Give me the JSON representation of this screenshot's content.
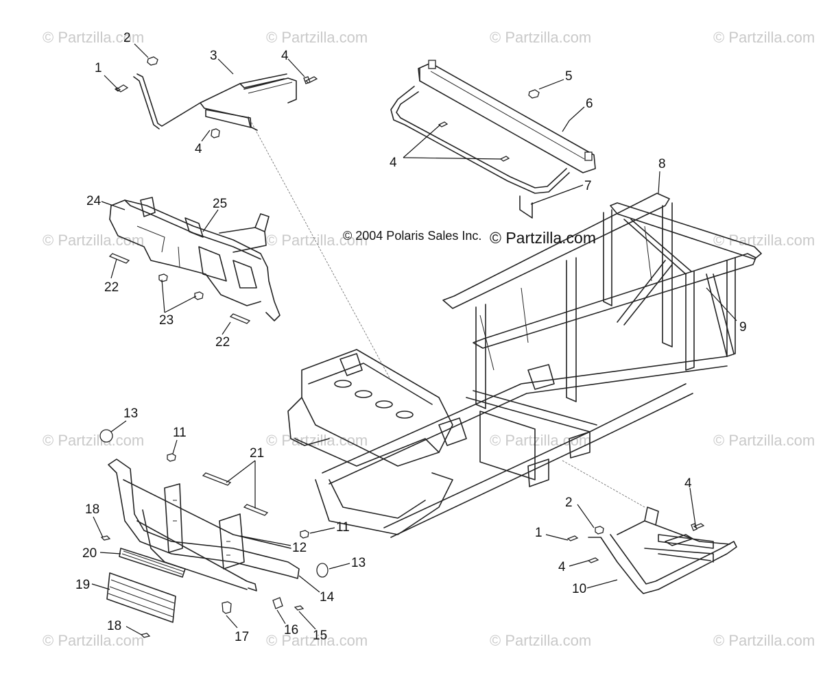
{
  "copyright": {
    "polaris": "© 2004 Polaris Sales Inc.",
    "partzilla": "© Partzilla.com"
  },
  "watermark": "© Partzilla.com",
  "callouts": [
    "1",
    "2",
    "3",
    "4",
    "4",
    "4",
    "5",
    "6",
    "7",
    "8",
    "9",
    "24",
    "25",
    "22",
    "23",
    "22",
    "13",
    "11",
    "21",
    "18",
    "20",
    "19",
    "12",
    "11",
    "13",
    "14",
    "18",
    "17",
    "16",
    "15",
    "2",
    "4",
    "1",
    "4",
    "10"
  ]
}
